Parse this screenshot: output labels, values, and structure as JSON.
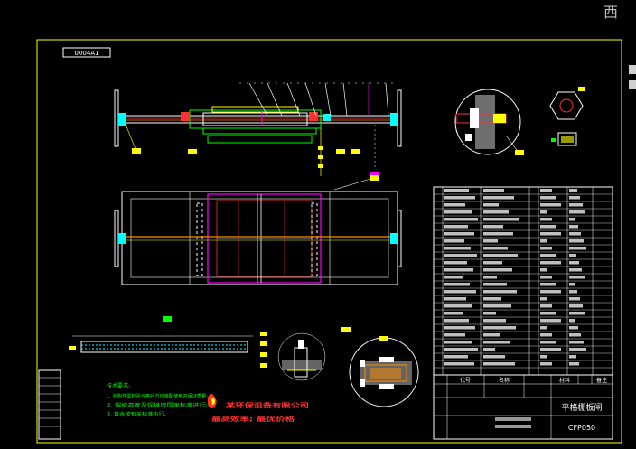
{
  "viewcube": {
    "label": "西"
  },
  "drawing": {
    "frame_label": "0004A1",
    "section_label": "——",
    "title_block": {
      "drawing_name": "平格栅板闸",
      "drawing_number": "CFP050",
      "col_code": "代号",
      "col_name": "名称",
      "col_material": "材料",
      "col_remark": "备注"
    },
    "notes": {
      "heading": "技术要求:",
      "lines": [
        "1. 外购件需检验合格后方可装配使用并保证质量;",
        "2. 焊缝高度及焊接按国家标准进行;",
        "3. 其余按有关标准执行。"
      ]
    },
    "company": "某环保设备有限公司",
    "slogan": "最高效率; 最优价格"
  },
  "colors": {
    "background": "#000000",
    "frame": "#ffff00",
    "line": "#ffffff",
    "green": "#00ff00",
    "cyan": "#00ffff",
    "magenta": "#ff00ff",
    "red": "#ff3030",
    "orange": "#ff8c00"
  }
}
